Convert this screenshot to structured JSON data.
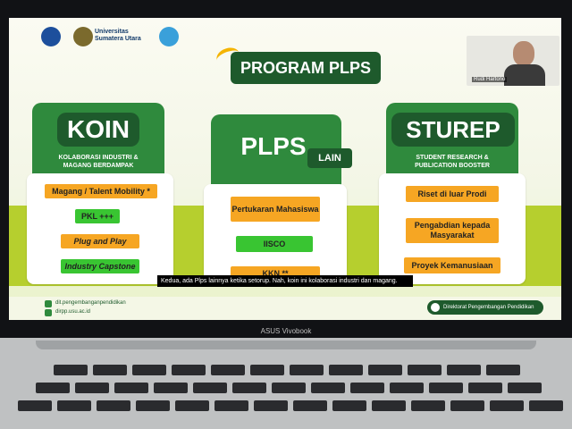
{
  "header": {
    "university_line1": "Universitas",
    "university_line2": "Sumatera Utara",
    "title": "PROGRAM PLPS"
  },
  "webcam": {
    "name": "Rudi Hartono"
  },
  "columns": [
    {
      "title": "KOIN",
      "subtitle_line1": "KOLABORASI INDUSTRI &",
      "subtitle_line2": "MAGANG BERDAMPAK",
      "items": [
        "Magang / Talent Mobility *",
        "PKL +++",
        "Plug and Play",
        "Industry Capstone"
      ]
    },
    {
      "title": "PLPS",
      "title_suffix": "LAIN",
      "items": [
        "Pertukaran Mahasiswa",
        "IISCO",
        "KKN **"
      ]
    },
    {
      "title": "STUREP",
      "subtitle_line1": "STUDENT RESEARCH &",
      "subtitle_line2": "PUBLICATION BOOSTER",
      "items": [
        "Riset di luar Prodi",
        "Pengabdian kepada Masyarakat",
        "Proyek Kemanusiaan"
      ]
    }
  ],
  "footer": {
    "instagram": "dit.pengembanganpendidikan",
    "website": "dirpp.usu.ac.id",
    "directorate": "Direktorat Pengembangan Pendidikan"
  },
  "caption": "Kedua, ada Plps lainnya ketika setorup. Nah, koin ini kolaborasi industri dan magang.",
  "device": {
    "brand": "ASUS Vivobook"
  }
}
